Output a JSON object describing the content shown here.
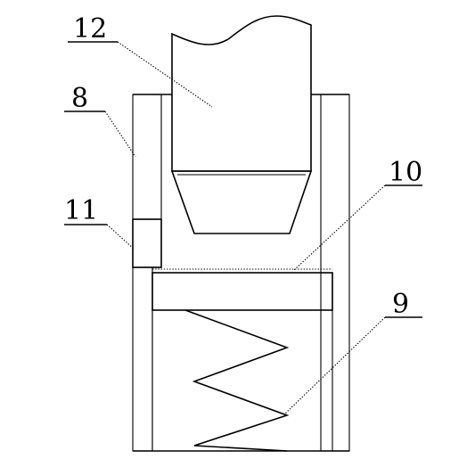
{
  "labels": {
    "plunger": "12",
    "sleeve": "8",
    "port": "11",
    "piston": "10",
    "spring": "9"
  },
  "colors": {
    "line": "#000000",
    "background": "#ffffff"
  }
}
